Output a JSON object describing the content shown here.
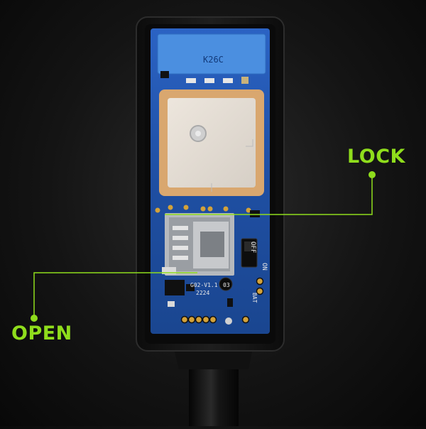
{
  "callouts": {
    "lock": "LOCK",
    "open": "OPEN"
  },
  "board": {
    "chip_marking": "K26C",
    "model_marking": "G02-V1.1",
    "date_marking": "2224",
    "version_marking": "03",
    "switch_off": "OFF",
    "switch_on": "ON",
    "bat_label": "BAT"
  },
  "colors": {
    "callout_accent": "#8fdd1c",
    "board_blue": "#1f4fa3",
    "housing_black": "#141414"
  }
}
